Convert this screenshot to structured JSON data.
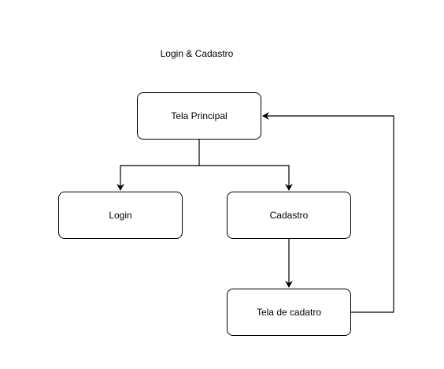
{
  "diagram": {
    "title": "Login & Cadastro",
    "nodes": {
      "main": "Tela Principal",
      "login": "Login",
      "cadastro": "Cadastro",
      "tela_cadastro": "Tela de cadatro"
    },
    "edges": [
      {
        "from": "Tela Principal",
        "to": "Login"
      },
      {
        "from": "Tela Principal",
        "to": "Cadastro"
      },
      {
        "from": "Cadastro",
        "to": "Tela de cadatro"
      },
      {
        "from": "Tela de cadatro",
        "to": "Tela Principal"
      }
    ],
    "colors": {
      "stroke": "#000000",
      "fill": "#ffffff",
      "text": "#000000"
    }
  }
}
